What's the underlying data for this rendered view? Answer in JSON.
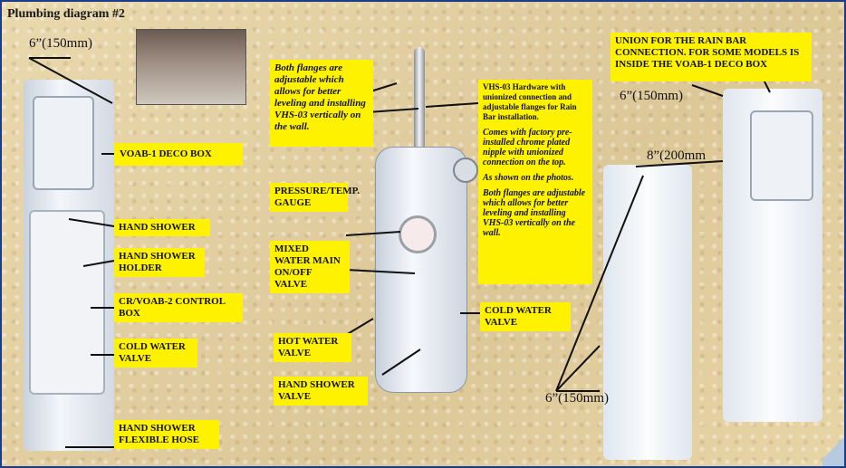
{
  "title": "Plumbing diagram #2",
  "dimensions": {
    "left_top": "6”(150mm)",
    "right_top": "6”(150mm)",
    "right_middle": "8”(200mm",
    "right_bottom": "6”(150mm)"
  },
  "labels": {
    "voab1_deco_box": "VOAB-1  DECO BOX",
    "hand_shower_left": "HAND SHOWER",
    "hand_shower_holder": "HAND SHOWER HOLDER",
    "control_box": "CR/VOAB-2  CONTROL BOX",
    "cold_water_left": "COLD WATER VALVE",
    "flexible_hose": "HAND SHOWER FLEXIBLE HOSE",
    "flanges_note": "Both flanges are adjustable which allows for better leveling and installing VHS-03 vertically on the wall.",
    "pressure_gauge": "PRESSURE/TEMP. GAUGE",
    "mixed_valve": "MIXED WATER MAIN ON/OFF VALVE",
    "hot_water_valve": "HOT WATER VALVE",
    "hand_shower_valve": "HAND SHOWER VALVE",
    "cold_water_right": "COLD WATER VALVE",
    "vhs_hardware": "VHS-03 Hardware  with unionized connection and adjustable flanges for Rain Bar installation.",
    "vhs_factory": "Comes with factory pre-installed chrome plated nipple with unionized connection on the top.",
    "vhs_shown": "As shown on the photos.",
    "vhs_flanges": "Both flanges are adjustable which allows for better leveling and installing VHS-03 vertically on the wall.",
    "union_note": "UNION FOR THE RAIN BAR CONNECTION.  FOR SOME MODELS IS INSIDE THE VOAB-1 DECO BOX"
  }
}
